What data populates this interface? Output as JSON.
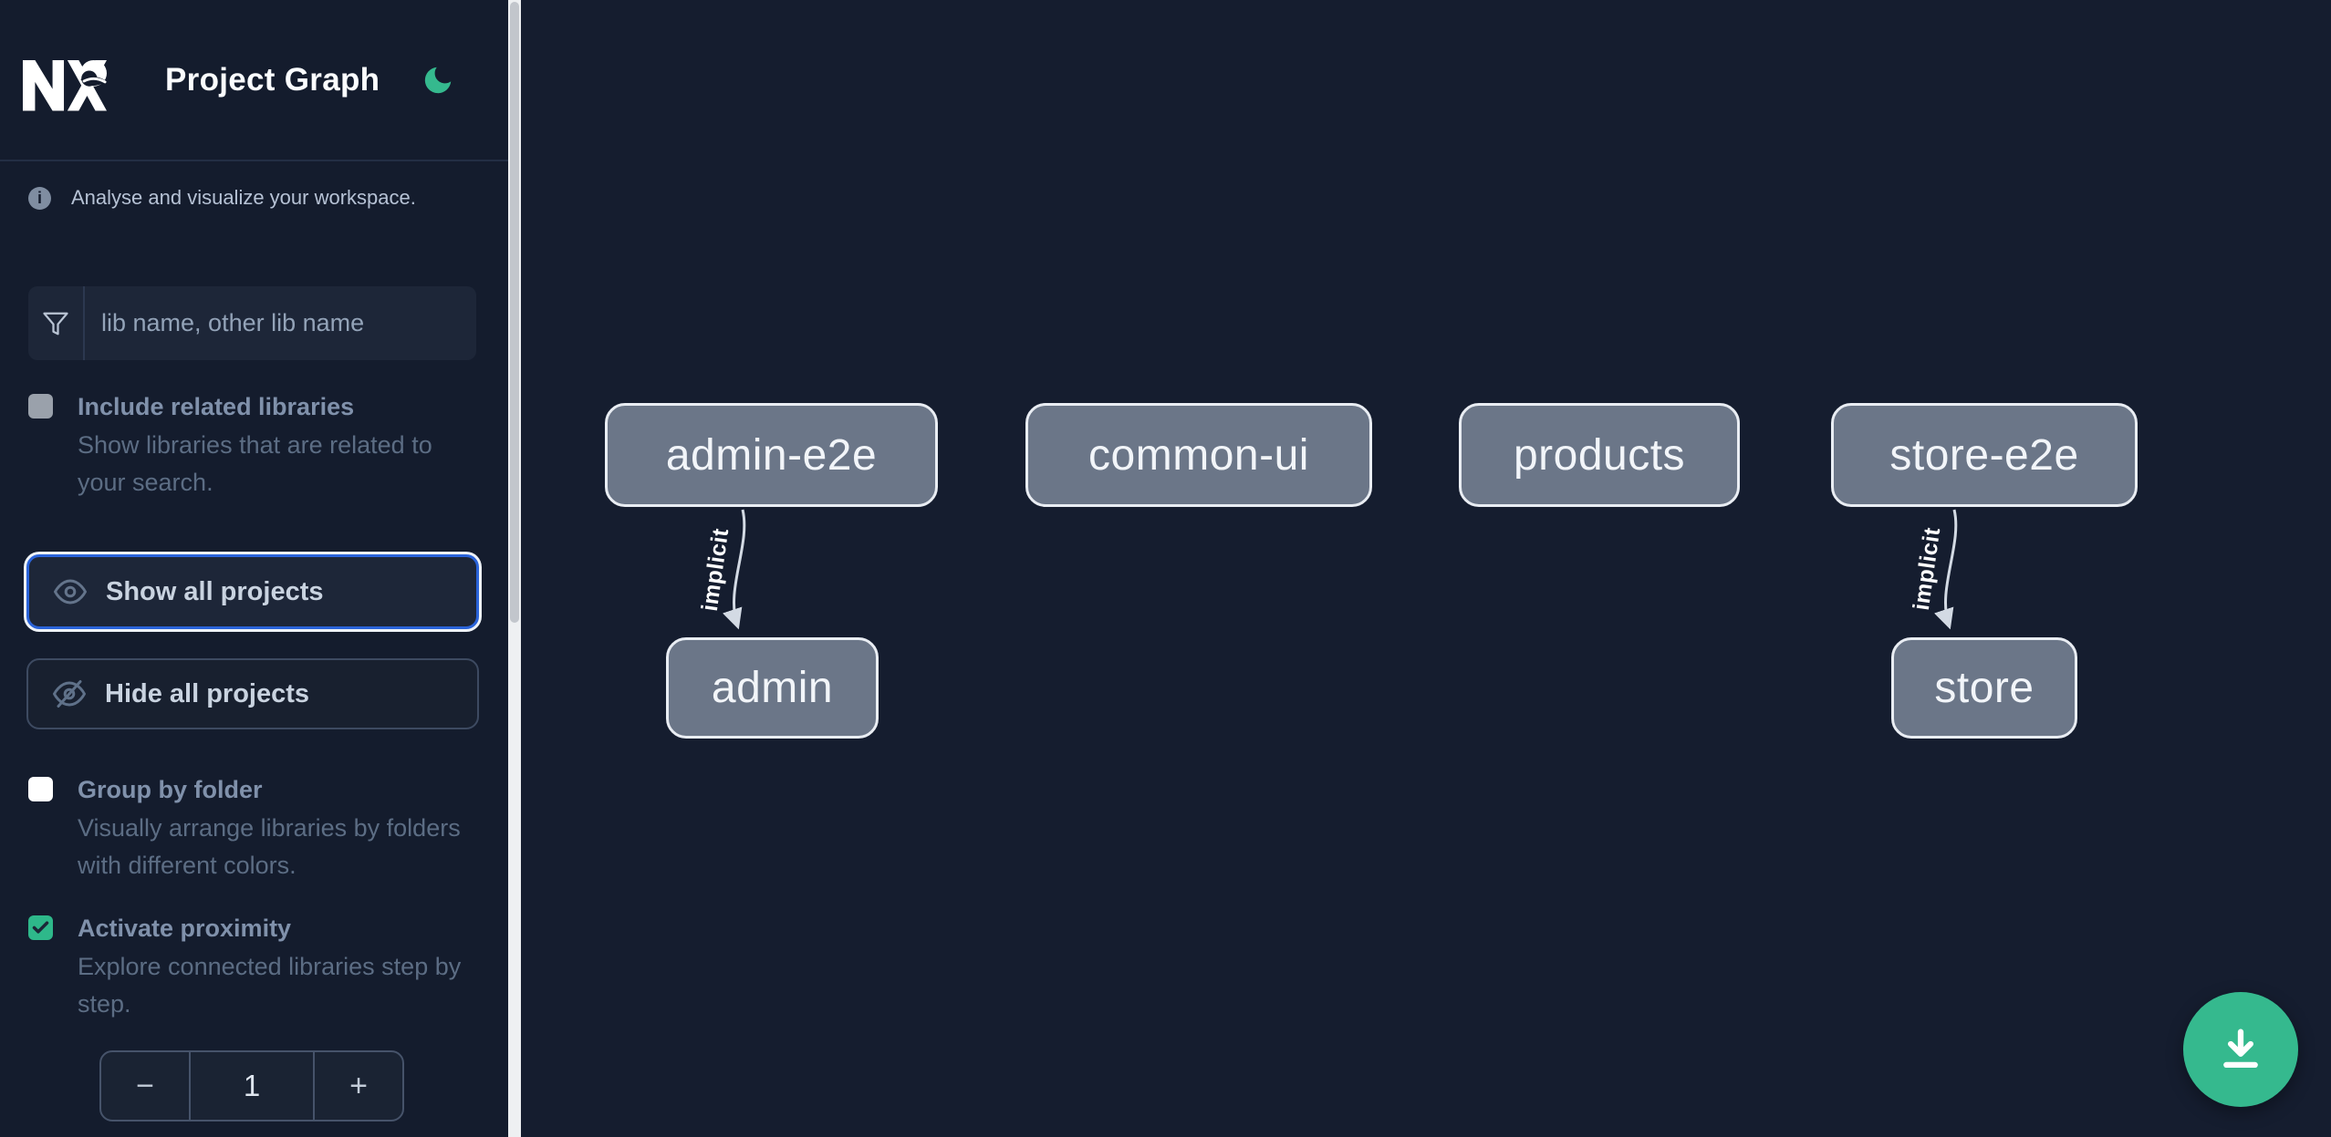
{
  "app": {
    "title": "Project Graph",
    "theme": "dark"
  },
  "sidebar": {
    "tagline": "Analyse and visualize your workspace.",
    "info_icon": "i",
    "search": {
      "placeholder": "lib name, other lib name",
      "value": ""
    },
    "options": {
      "include_related": {
        "label": "Include related libraries",
        "description": "Show libraries that are related to your search.",
        "checked": false
      },
      "group_by_folder": {
        "label": "Group by folder",
        "description": "Visually arrange libraries by folders with different colors.",
        "checked": false
      },
      "activate_proximity": {
        "label": "Activate proximity",
        "description": "Explore connected libraries step by step.",
        "checked": true
      }
    },
    "actions": {
      "show_all": "Show all projects",
      "hide_all": "Hide all projects"
    },
    "stepper": {
      "decrement": "−",
      "value": "1",
      "increment": "+"
    }
  },
  "graph": {
    "nodes": [
      {
        "id": "admin-e2e",
        "label": "admin-e2e"
      },
      {
        "id": "common-ui",
        "label": "common-ui"
      },
      {
        "id": "products",
        "label": "products"
      },
      {
        "id": "store-e2e",
        "label": "store-e2e"
      },
      {
        "id": "admin",
        "label": "admin"
      },
      {
        "id": "store",
        "label": "store"
      }
    ],
    "edges": [
      {
        "source": "admin-e2e",
        "target": "admin",
        "label": "implicit",
        "type": "implicit"
      },
      {
        "source": "store-e2e",
        "target": "store",
        "label": "implicit",
        "type": "implicit"
      }
    ]
  },
  "fab": {
    "icon": "download-icon"
  },
  "colors": {
    "accent_green": "#35b98e",
    "focus_blue": "#2a63d9",
    "checkbox_checked_green": "#2eb88a",
    "node_fill": "#6b7688",
    "node_border": "#e9edf3",
    "edge_stroke": "#d3dae4",
    "sidebar_bg": "#141c2d",
    "canvas_bg": "#151d2f",
    "input_bg": "#1d2638"
  }
}
